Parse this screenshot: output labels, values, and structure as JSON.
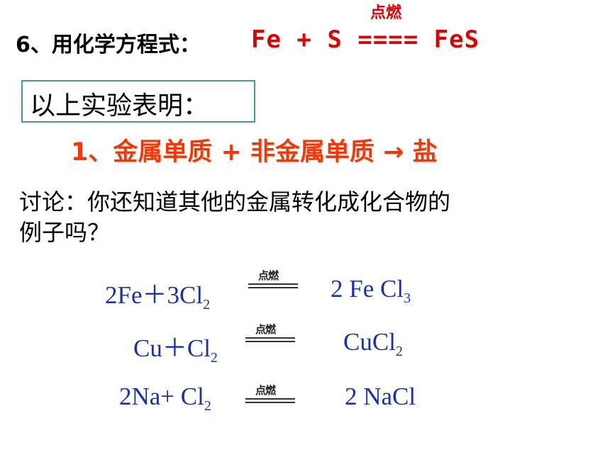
{
  "heading": {
    "question_label": "6、用化学方程式：",
    "equation": "Fe + S ==== FeS",
    "condition": "点燃"
  },
  "conclusion": {
    "box_title": "以上实验表明：",
    "rule1": "1、金属单质 + 非金属单质 → 盐"
  },
  "discussion": {
    "line1": "讨论：你还知道其他的金属转化成化合物的",
    "line2": "例子吗？"
  },
  "reactions": [
    {
      "left_a": "2Fe＋3Cl",
      "left_sub": "2",
      "condition": "点燃",
      "right_a": "2 Fe Cl",
      "right_sub": "3"
    },
    {
      "left_a": "Cu＋Cl",
      "left_sub": "2",
      "condition": "点燃",
      "right_a": "CuCl",
      "right_sub": "2"
    },
    {
      "left_a": "2Na+ Cl",
      "left_sub": "2",
      "condition": "点燃",
      "right_a": "2 NaCl",
      "right_sub": ""
    }
  ],
  "colors": {
    "accent_red": "#e00000",
    "rule_orange": "#ff3300",
    "equation_blue": "#1a2fb8",
    "box_border": "#3f9f8f"
  }
}
